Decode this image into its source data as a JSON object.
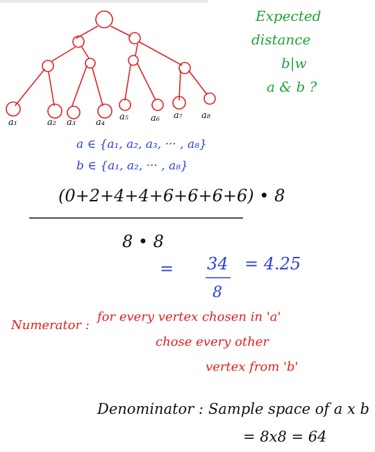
{
  "colors": {
    "tree": "#e02020",
    "question": "#22a03a",
    "sets": "#2a3fe0",
    "ink": "#111111",
    "note": "#e02020"
  },
  "question": {
    "line1": "Expected",
    "line2": "distance",
    "line3": "b|w",
    "line4": "a & b ?"
  },
  "leaves": [
    "a₁",
    "a₂",
    "a₃",
    "a₄",
    "a₅",
    "a₆",
    "a₇",
    "a₈"
  ],
  "sets": {
    "a_set": "a ∈ {a₁, a₂, a₃, ··· , a₈}",
    "b_set": "b ∈ {a₁, a₂, ··· , a₈}"
  },
  "formula": {
    "numerator": "(0+2+4+4+6+6+6+6) • 8",
    "denominator": "8 • 8",
    "equals": "=",
    "result_num": "34",
    "result_den": "8",
    "result_value": "= 4.25"
  },
  "numerator_note": {
    "label": "Numerator :",
    "line1": "for every vertex chosen in 'a'",
    "line2": "chose every other",
    "line3": "vertex from 'b'"
  },
  "denominator_note": {
    "label": "Denominator :",
    "text": "Sample space of a x b",
    "calc": "= 8x8 = 64"
  }
}
